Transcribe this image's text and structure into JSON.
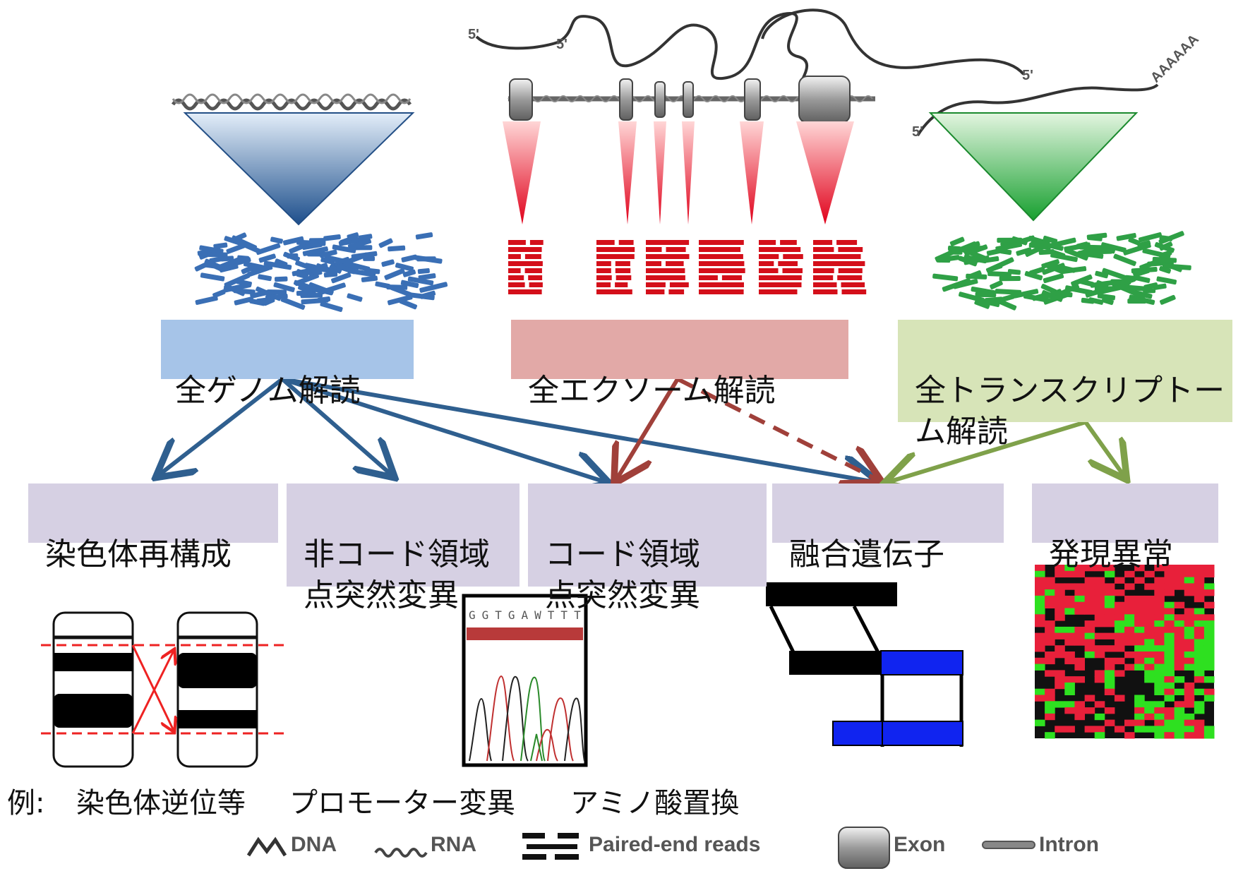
{
  "methods": {
    "wgs": {
      "label": "全ゲノム解読",
      "color": "#a6c4e8"
    },
    "wes": {
      "label": "全エクソーム解読",
      "color": "#e2a9a7"
    },
    "rna": {
      "label": "全トランスクリプトーム解読",
      "label_lines": "全トランスクリプトー\nム解読",
      "color": "#d7e4b8"
    }
  },
  "outcomes": [
    {
      "id": "chromosome",
      "label": "染色体再構成"
    },
    {
      "id": "noncoding",
      "label": "非コード領域\n点突然変異"
    },
    {
      "id": "coding",
      "label": "コード領域\n点突然変異"
    },
    {
      "id": "fusion",
      "label": "融合遺伝子"
    },
    {
      "id": "expression",
      "label": "発現異常"
    }
  ],
  "outcome_color": "#d6d0e3",
  "examples": {
    "prefix": "例:",
    "chromosome": "染色体逆位等",
    "promoter": "プロモーター変異",
    "amino": "アミノ酸置換"
  },
  "figure_text": {
    "prime5": "5'",
    "polyA": "AAAAAA",
    "sequence": "GGTGAWTTT"
  },
  "legend": [
    {
      "icon": "dna-icon",
      "label": "DNA"
    },
    {
      "icon": "rna-icon",
      "label": "RNA"
    },
    {
      "icon": "paired-end-reads-icon",
      "label": "Paired-end reads"
    },
    {
      "icon": "exon-icon",
      "label": "Exon"
    },
    {
      "icon": "intron-icon",
      "label": "Intron"
    }
  ],
  "colors": {
    "wgs_arrow": "#2f5f8f",
    "wes_arrow": "#a0403a",
    "rna_arrow": "#7fa14a",
    "blue_reads": "#3a6fb5",
    "red_reads": "#d40f1a",
    "green_reads": "#2fa046"
  }
}
